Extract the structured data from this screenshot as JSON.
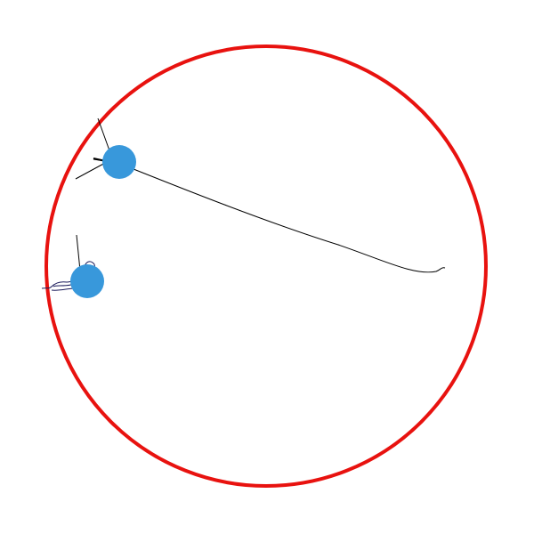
{
  "scene": {
    "background_color": "#ffffff",
    "boundary": {
      "shape": "circle",
      "color": "#e8120f"
    },
    "balls": [
      {
        "id": "ball-1",
        "color": "#3898db",
        "trail_color": "#000000"
      },
      {
        "id": "ball-2",
        "color": "#3898db",
        "trail_color": "#1a1a5a"
      }
    ],
    "markers": [
      {
        "id": "direction-markers-ball-1",
        "color": "#000000"
      },
      {
        "id": "direction-markers-ball-2",
        "color": "#000000"
      }
    ]
  }
}
